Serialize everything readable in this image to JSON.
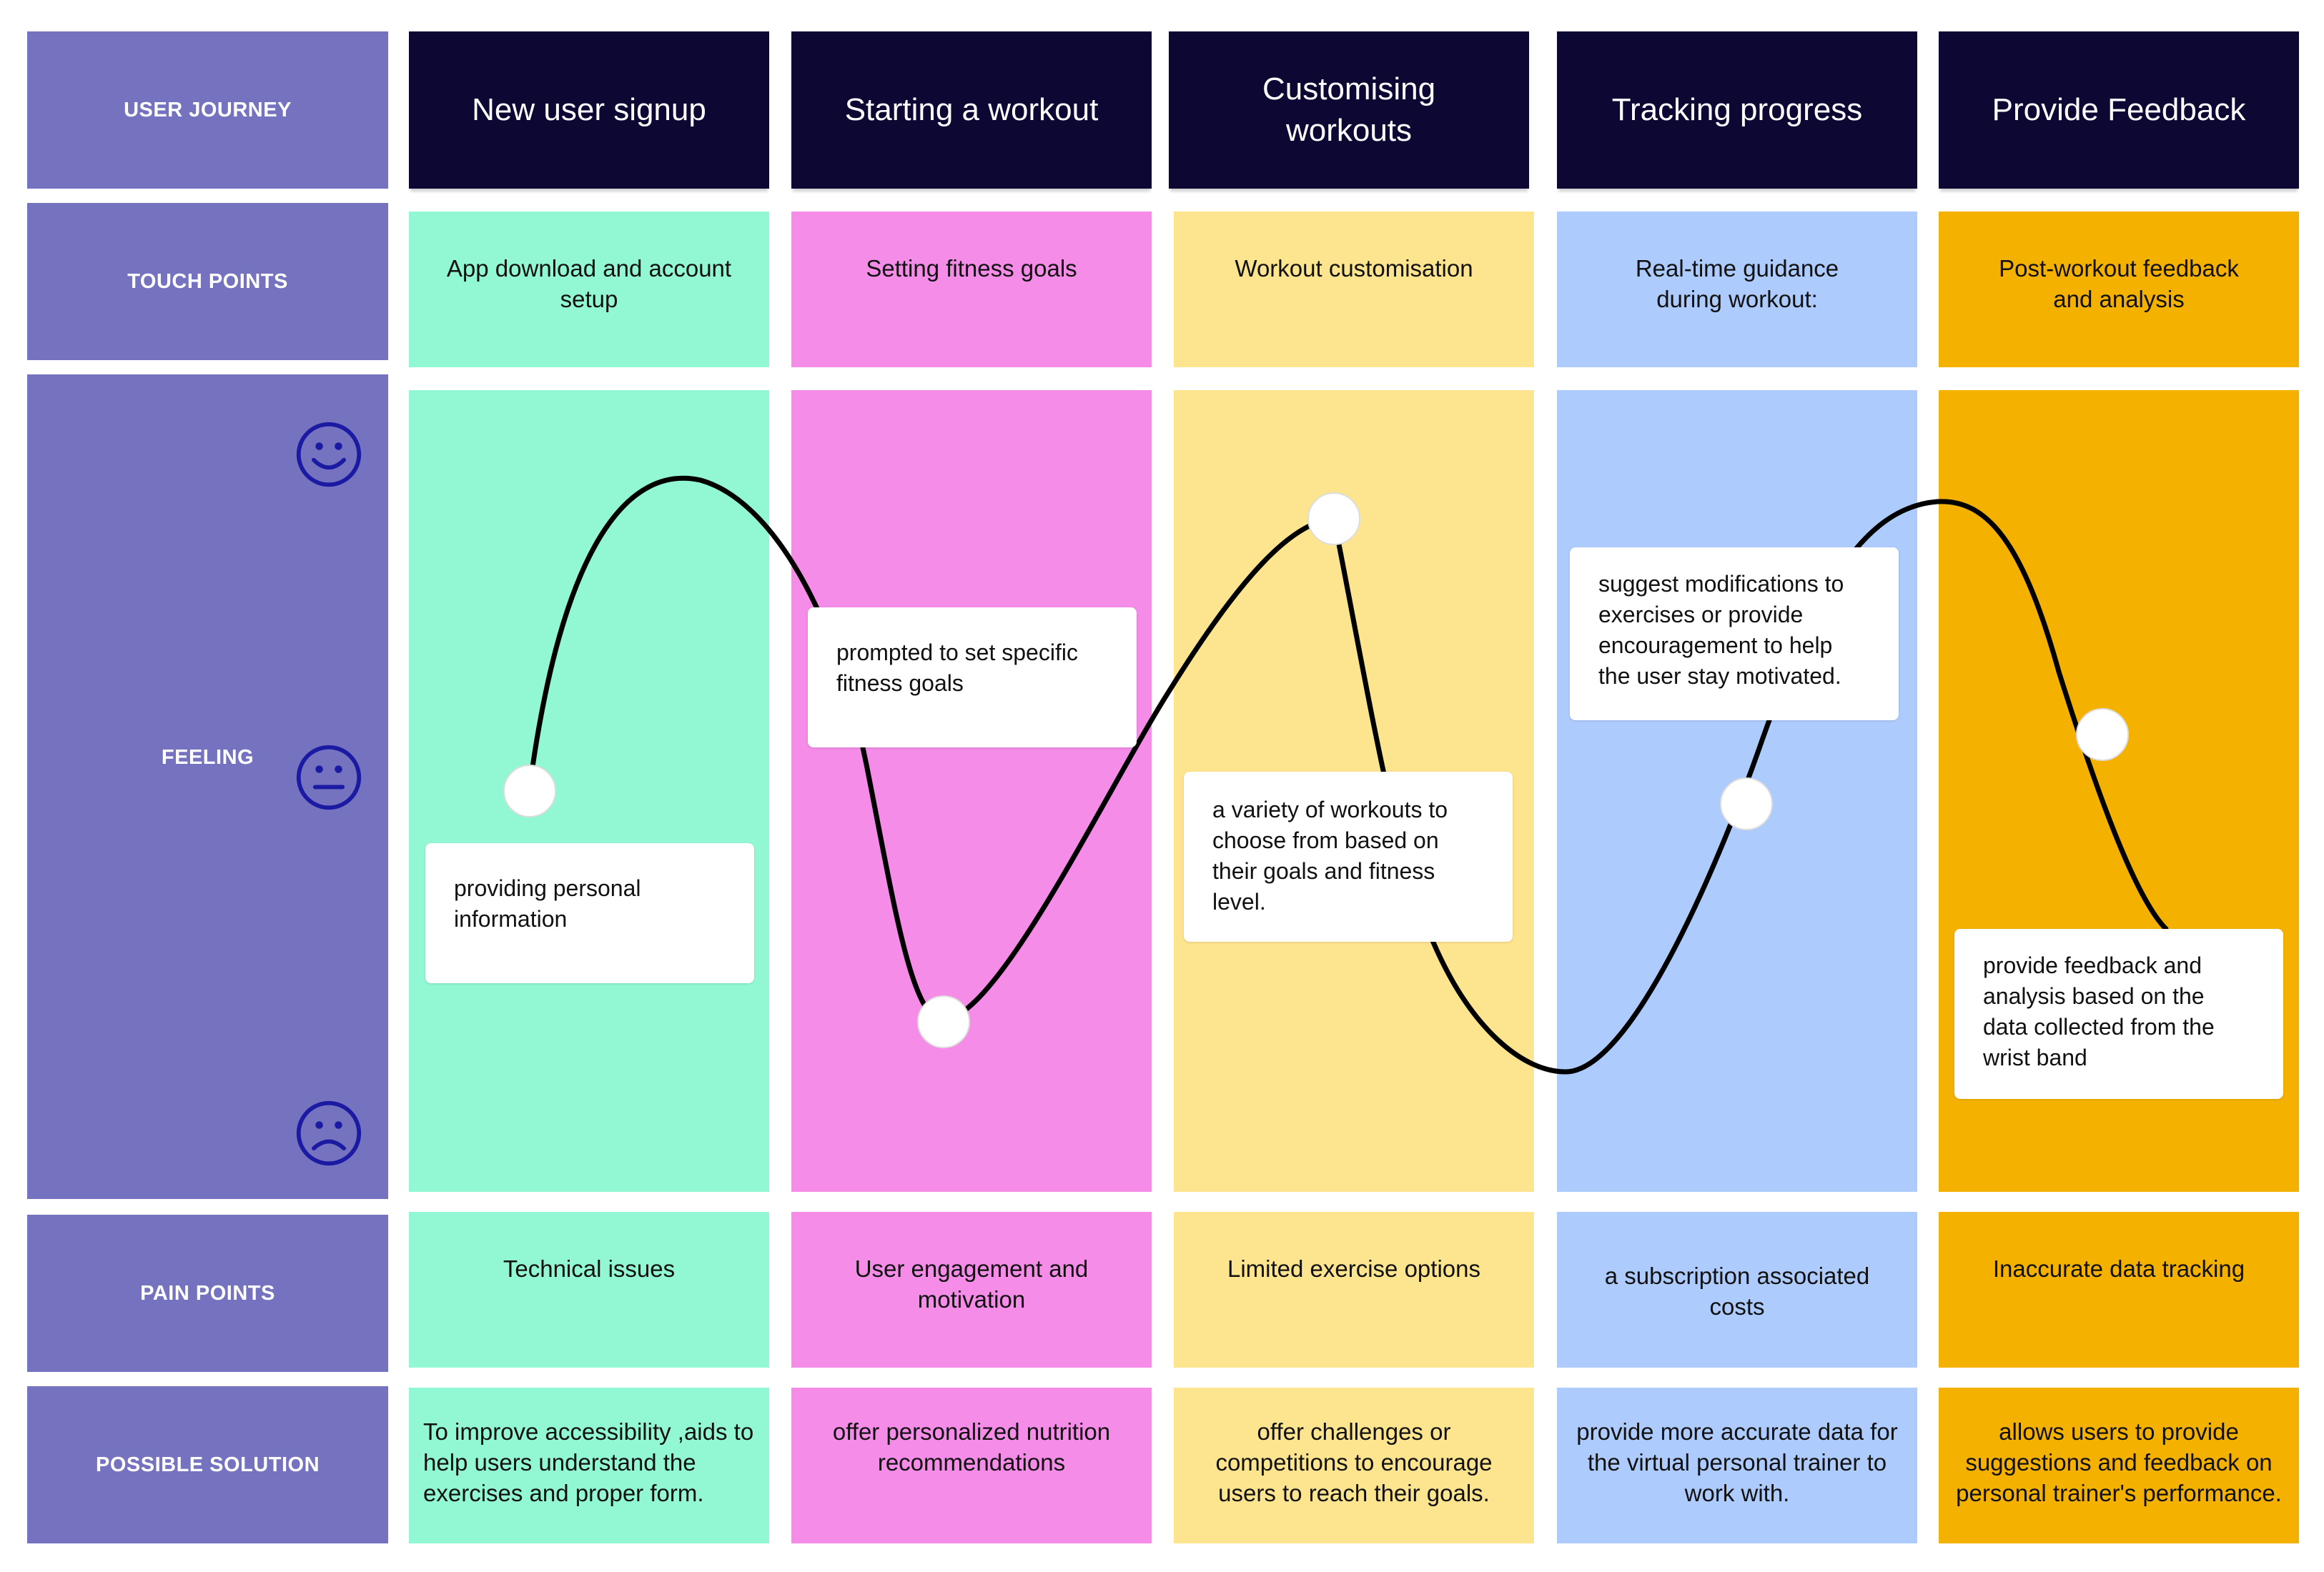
{
  "rows": {
    "user_journey": "USER JOURNEY",
    "touch_points": "TOUCH POINTS",
    "feeling": "FEELING",
    "pain_points": "PAIN POINTS",
    "possible_solution": "POSSIBLE SOLUTION"
  },
  "stages": [
    {
      "title": "New user signup",
      "color": "#92f7d3",
      "touch_point": "App download and account setup",
      "feeling_note": "providing personal information",
      "pain_point": "Technical issues",
      "solution": "To improve accessibility ,aids to help users understand the exercises and proper form."
    },
    {
      "title": "Starting a workout",
      "color": "#f48ce8",
      "touch_point": "Setting fitness goals",
      "feeling_note": "prompted to set specific fitness goals",
      "pain_point": "User engagement and motivation",
      "solution": "offer personalized nutrition recommendations"
    },
    {
      "title": "Customising workouts",
      "color": "#fde48f",
      "touch_point": "Workout customisation",
      "feeling_note": "a variety of workouts to choose from based on their goals and fitness level.",
      "pain_point": "Limited exercise options",
      "solution": "offer challenges or competitions to encourage users to reach their goals."
    },
    {
      "title": "Tracking progress",
      "color": "#aecbfd",
      "touch_point": "Real-time guidance during workout:",
      "feeling_note": "suggest modifications to exercises or provide encouragement to help the user stay motivated.",
      "pain_point": "a subscription associated costs",
      "solution": "provide more accurate data for the virtual personal trainer to work with."
    },
    {
      "title": "Provide Feedback",
      "color": "#f4b100",
      "touch_point": "Post-workout feedback and analysis",
      "feeling_note": "provide feedback and analysis based on the data collected from the wrist band",
      "pain_point": "Inaccurate data tracking",
      "solution": "allows users to provide suggestions and feedback on personal trainer's performance."
    }
  ],
  "colors": {
    "row_label_bg": "#7573bf",
    "stage_header_bg": "#0c0833",
    "face_icon": "#1a1aa3",
    "curve": "#000000"
  },
  "icons": {
    "happy": "smiley-happy-icon",
    "neutral": "smiley-neutral-icon",
    "sad": "smiley-sad-icon"
  }
}
